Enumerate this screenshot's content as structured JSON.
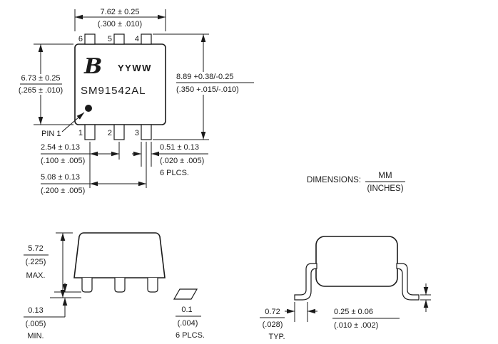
{
  "drawing": {
    "top_view": {
      "logo": "B",
      "date_code": "YYWW",
      "part_number": "SM91542AL",
      "pin1_label": "PIN 1",
      "pin_top_left": "6",
      "pin_top_mid": "5",
      "pin_top_right": "4",
      "pin_bot_left": "1",
      "pin_bot_mid": "2",
      "pin_bot_right": "3",
      "width_mm": "7.62 ± 0.25",
      "width_in": "(.300 ± .010)",
      "body_height_mm": "6.73 ± 0.25",
      "body_height_in": "(.265 ± .010)",
      "overall_height_mm": "8.89 +0.38/-0.25",
      "overall_height_in": "(.350 +.015/-.010)",
      "pitch_mm": "2.54 ± 0.13",
      "pitch_in": "(.100 ± .005)",
      "span_mm": "5.08 ± 0.13",
      "span_in": "(.200 ± .005)",
      "pin_width_mm": "0.51 ± 0.13",
      "pin_width_in": "(.020 ± .005)",
      "pin_width_note": "6 PLCS."
    },
    "units_note": {
      "label": "DIMENSIONS:",
      "mm": "MM",
      "inches": "(INCHES)"
    },
    "front_view": {
      "height_mm": "5.72",
      "height_in": "(.225)",
      "height_note": "MAX.",
      "standoff_mm": "0.13",
      "standoff_in": "(.005)",
      "standoff_note": "MIN.",
      "coplanarity_mm": "0.1",
      "coplanarity_in": "(.004)",
      "coplanarity_note": "6 PLCS."
    },
    "side_view": {
      "foot_mm": "0.72",
      "foot_in": "(.028)",
      "foot_note": "TYP.",
      "lead_thickness_mm": "0.25 ± 0.06",
      "lead_thickness_in": "(.010 ± .002)"
    }
  }
}
